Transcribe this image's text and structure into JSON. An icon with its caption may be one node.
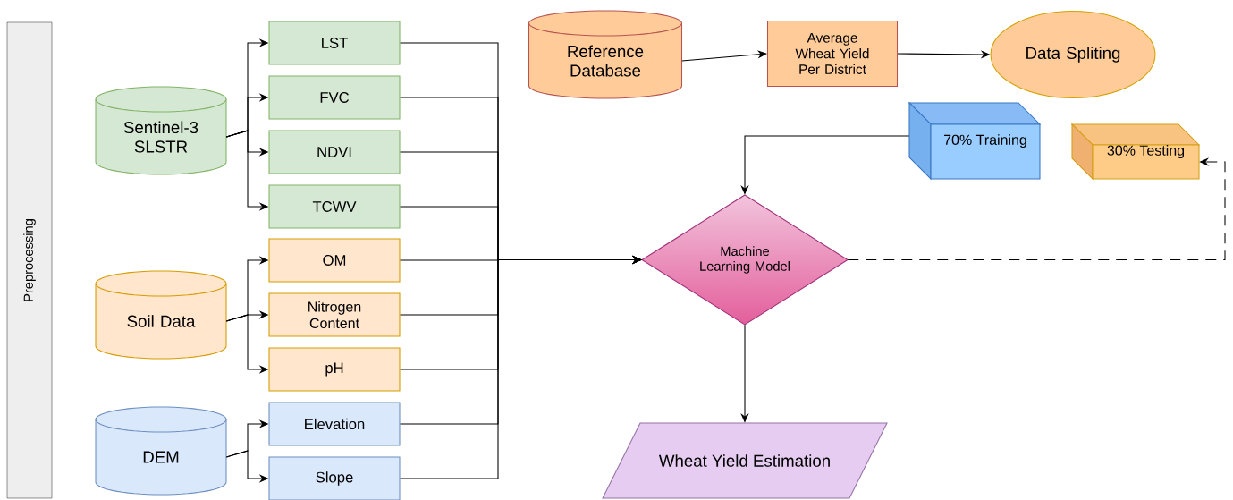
{
  "diagram": {
    "nodes": [
      {
        "text": [
          "Preprocessing"
        ]
      },
      {
        "text": [
          "Sentinel-3 SLSTR"
        ]
      },
      {
        "text": [
          "LST"
        ]
      },
      {
        "text": [
          "FVC"
        ]
      },
      {
        "text": [
          "NDVI"
        ]
      },
      {
        "text": [
          "TCWV"
        ]
      },
      {
        "text": [
          "Soil Data"
        ]
      },
      {
        "text": [
          "OM"
        ]
      },
      {
        "text": [
          "Nitrogen Content"
        ]
      },
      {
        "text": [
          "pH"
        ]
      },
      {
        "text": [
          "DEM"
        ]
      },
      {
        "text": [
          "Elevation"
        ]
      },
      {
        "text": [
          "Slope"
        ]
      },
      {
        "text": [
          "Reference Database"
        ]
      },
      {
        "text": [
          "Average Wheat Yield Per District"
        ]
      },
      {
        "text": [
          "Data Spliting"
        ]
      },
      {
        "text": [
          "70% Training"
        ]
      },
      {
        "text": [
          "30% Testing"
        ]
      },
      {
        "text": [
          "Machine Learning Model"
        ]
      },
      {
        "text": [
          "Wheat Yield Estimation"
        ]
      }
    ],
    "edges": [
      {
        "from": 1,
        "to": 2,
        "arrow": "to"
      },
      {
        "from": 1,
        "to": 3,
        "arrow": "to"
      },
      {
        "from": 1,
        "to": 4,
        "arrow": "to"
      },
      {
        "from": 1,
        "to": 5,
        "arrow": "to"
      },
      {
        "from": 6,
        "to": 7,
        "arrow": "to"
      },
      {
        "from": 6,
        "to": 8,
        "arrow": "to"
      },
      {
        "from": 6,
        "to": 9,
        "arrow": "to"
      },
      {
        "from": 10,
        "to": 11,
        "arrow": "to"
      },
      {
        "from": 10,
        "to": 12,
        "arrow": "to"
      },
      {
        "from": 2,
        "to": 18,
        "arrow": "to"
      },
      {
        "from": 3,
        "to": 18,
        "arrow": "to"
      },
      {
        "from": 4,
        "to": 18,
        "arrow": "to"
      },
      {
        "from": 5,
        "to": 18,
        "arrow": "to"
      },
      {
        "from": 7,
        "to": 18,
        "arrow": "to"
      },
      {
        "from": 8,
        "to": 18,
        "arrow": "to"
      },
      {
        "from": 9,
        "to": 18,
        "arrow": "to"
      },
      {
        "from": 11,
        "to": 18,
        "arrow": "to"
      },
      {
        "from": 12,
        "to": 18,
        "arrow": "to"
      },
      {
        "from": 13,
        "to": 14,
        "arrow": "to"
      },
      {
        "from": 14,
        "to": 15,
        "arrow": "to"
      },
      {
        "from": 16,
        "to": 18,
        "arrow": "to"
      },
      {
        "from": 18,
        "to": 19,
        "arrow": "to"
      },
      {
        "from": 18,
        "to": 17,
        "arrow": "to",
        "style": "dashed"
      }
    ]
  }
}
